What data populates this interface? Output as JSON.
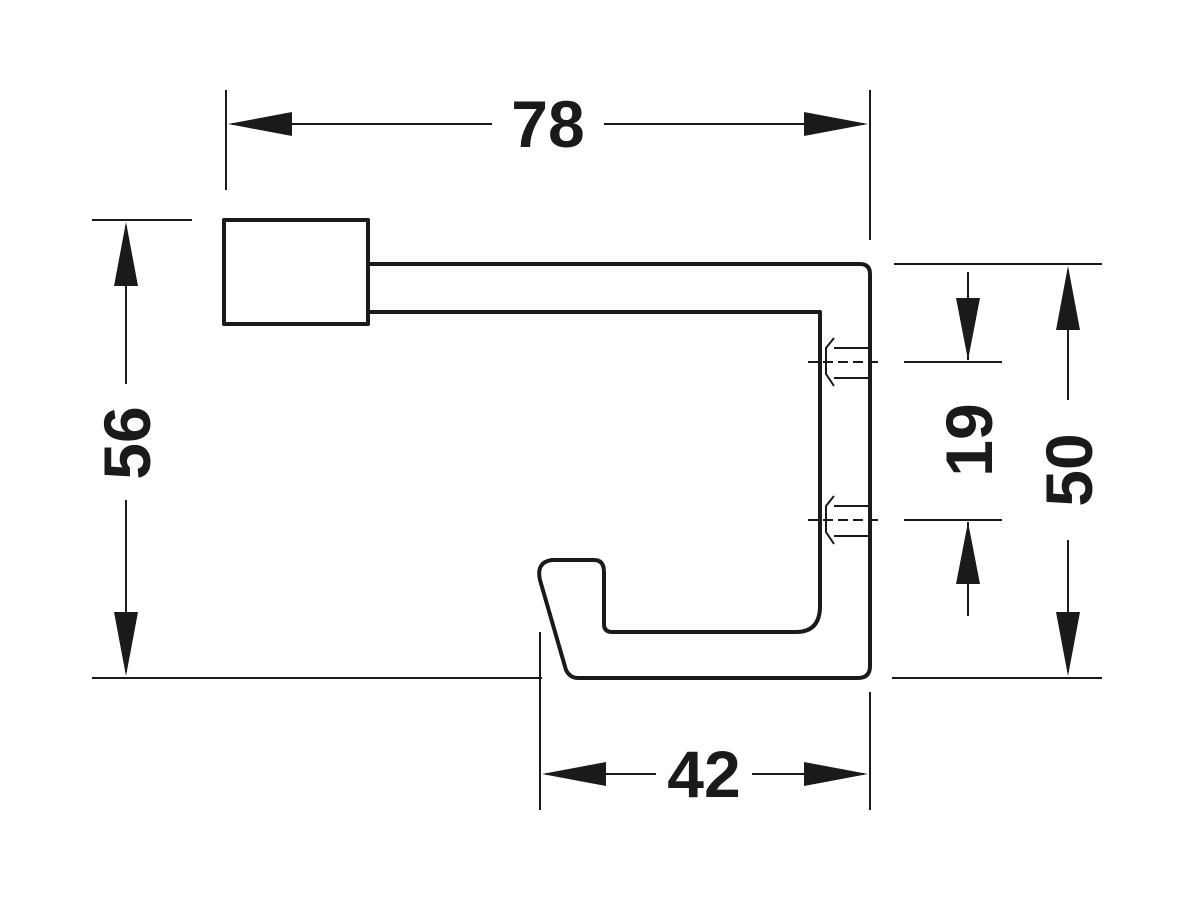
{
  "dimensions": {
    "overall_width": "78",
    "overall_height": "56",
    "plate_height": "50",
    "hole_spacing": "19",
    "base_width": "42"
  },
  "colors": {
    "line": "#1a1a1a",
    "background": "#ffffff"
  }
}
